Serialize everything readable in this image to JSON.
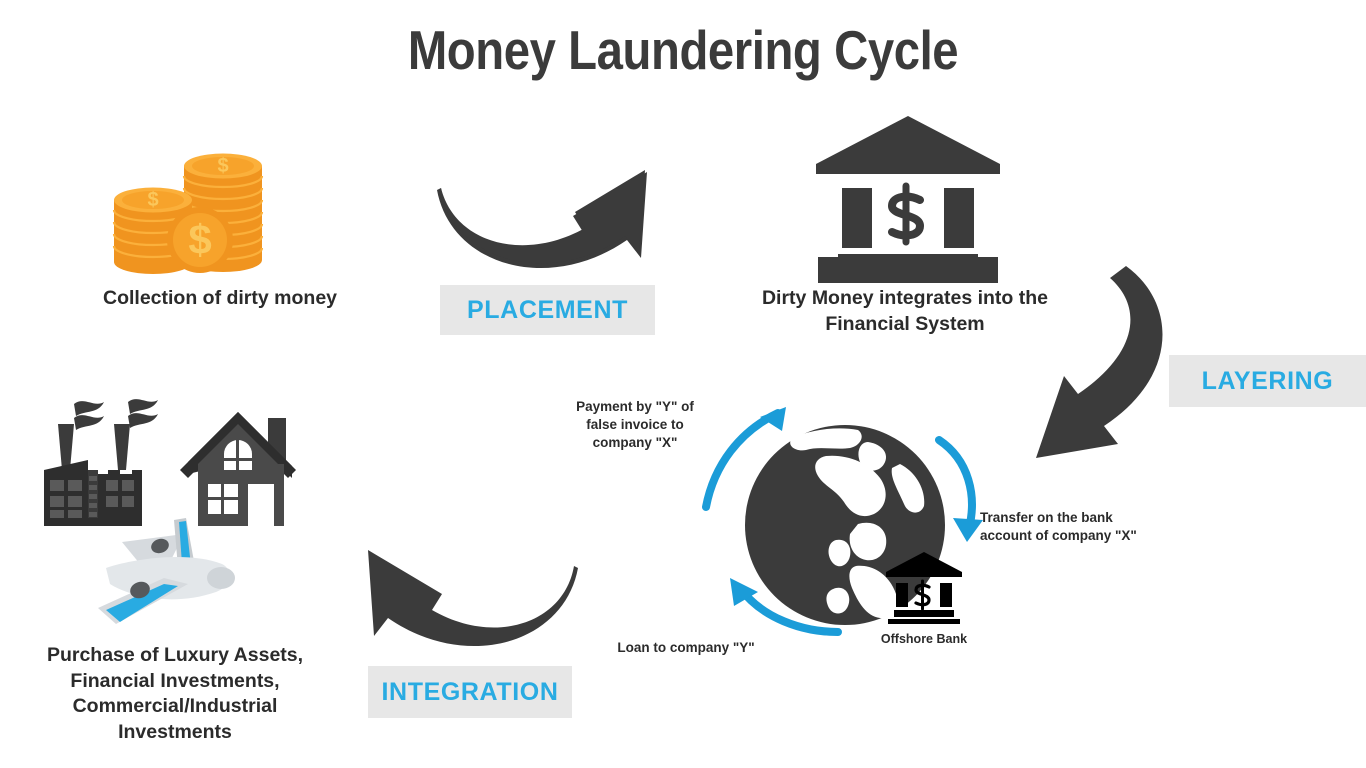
{
  "title": "Money Laundering Cycle",
  "theme": {
    "accent_blue": "#29abe2",
    "arrow_blue": "#1b9cd8",
    "dark_gray": "#3b3b3b",
    "text_dark": "#2b2b2b",
    "chip_bg": "#e7e7e7",
    "coin_orange": "#f0941f",
    "coin_light": "#fbb03b",
    "background": "#ffffff"
  },
  "stages": [
    {
      "id": "placement",
      "label": "PLACEMENT"
    },
    {
      "id": "layering",
      "label": "LAYERING"
    },
    {
      "id": "integration",
      "label": "INTEGRATION"
    }
  ],
  "nodes": {
    "dirty_money": {
      "icon": "gold-coins-icon",
      "caption": "Collection of dirty money"
    },
    "bank": {
      "icon": "bank-icon",
      "caption_line1": "Dirty Money integrates into the",
      "caption_line2": "Financial System"
    },
    "assets": {
      "icons": [
        "factory-icon",
        "house-icon",
        "airplane-icon"
      ],
      "caption_line1": "Purchase of Luxury Assets,",
      "caption_line2": "Financial Investments,",
      "caption_line3": "Commercial/Industrial",
      "caption_line4": "Investments"
    },
    "globe": {
      "icon": "globe-icon",
      "offshore_bank_icon": "offshore-bank-icon",
      "offshore_bank_label": "Offshore Bank"
    }
  },
  "layering_labels": {
    "payment_line1": "Payment by \"Y\" of",
    "payment_line2": "false invoice to",
    "payment_line3": "company \"X\"",
    "transfer_line1": "Transfer on the bank",
    "transfer_line2": "account of company \"X\"",
    "loan": "Loan to company \"Y\""
  }
}
